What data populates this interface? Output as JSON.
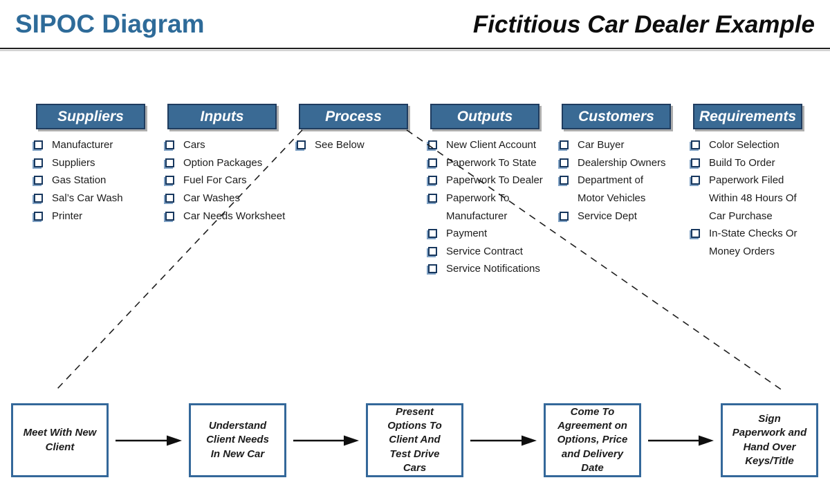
{
  "page": {
    "title": "SIPOC Diagram",
    "subtitle": "Fictitious Car Dealer Example"
  },
  "colors": {
    "title_blue": "#2E6B99",
    "header_fill": "#3A6A94",
    "header_border": "#1F3C5F",
    "checkbox_border": "#17375E",
    "checkbox_shadow": "#7FA1C4",
    "flow_border": "#34689A",
    "text": "#1C1C1C"
  },
  "columns": [
    {
      "id": "suppliers",
      "header": "Suppliers",
      "items": [
        [
          "Manufacturer"
        ],
        [
          "Suppliers"
        ],
        [
          "Gas Station"
        ],
        [
          "Sal’s Car Wash"
        ],
        [
          "Printer"
        ]
      ]
    },
    {
      "id": "inputs",
      "header": "Inputs",
      "items": [
        [
          "Cars"
        ],
        [
          "Option Packages"
        ],
        [
          "Fuel For Cars"
        ],
        [
          "Car Washes"
        ],
        [
          "Car Needs Worksheet"
        ]
      ]
    },
    {
      "id": "process",
      "header": "Process",
      "items": [
        [
          "See Below"
        ]
      ]
    },
    {
      "id": "outputs",
      "header": "Outputs",
      "items": [
        [
          "New Client Account"
        ],
        [
          "Paperwork To State"
        ],
        [
          "Paperwork To Dealer"
        ],
        [
          "Paperwork To",
          "Manufacturer"
        ],
        [
          "Payment"
        ],
        [
          "Service Contract"
        ],
        [
          "Service Notifications"
        ]
      ]
    },
    {
      "id": "customers",
      "header": "Customers",
      "items": [
        [
          "Car Buyer"
        ],
        [
          "Dealership Owners"
        ],
        [
          "Department of",
          "Motor Vehicles"
        ],
        [
          "Service Dept"
        ]
      ]
    },
    {
      "id": "requirements",
      "header": "Requirements",
      "items": [
        [
          "Color Selection"
        ],
        [
          "Build To Order"
        ],
        [
          "Paperwork Filed",
          "Within 48 Hours Of",
          "Car Purchase"
        ],
        [
          "In-State Checks Or",
          "Money Orders"
        ]
      ]
    }
  ],
  "flow": {
    "steps": [
      {
        "id": "meet-with-new-client",
        "label_lines": [
          "Meet With New",
          "Client"
        ]
      },
      {
        "id": "understand-client-needs",
        "label_lines": [
          "Understand",
          "Client Needs",
          "In New Car"
        ]
      },
      {
        "id": "present-options-test-drive",
        "label_lines": [
          "Present",
          "Options To",
          "Client And",
          "Test Drive",
          "Cars"
        ]
      },
      {
        "id": "come-to-agreement",
        "label_lines": [
          "Come To",
          "Agreement on",
          "Options, Price",
          "and Delivery",
          "Date"
        ]
      },
      {
        "id": "sign-paperwork",
        "label_lines": [
          "Sign",
          "Paperwork and",
          "Hand Over",
          "Keys/Title"
        ]
      }
    ]
  }
}
